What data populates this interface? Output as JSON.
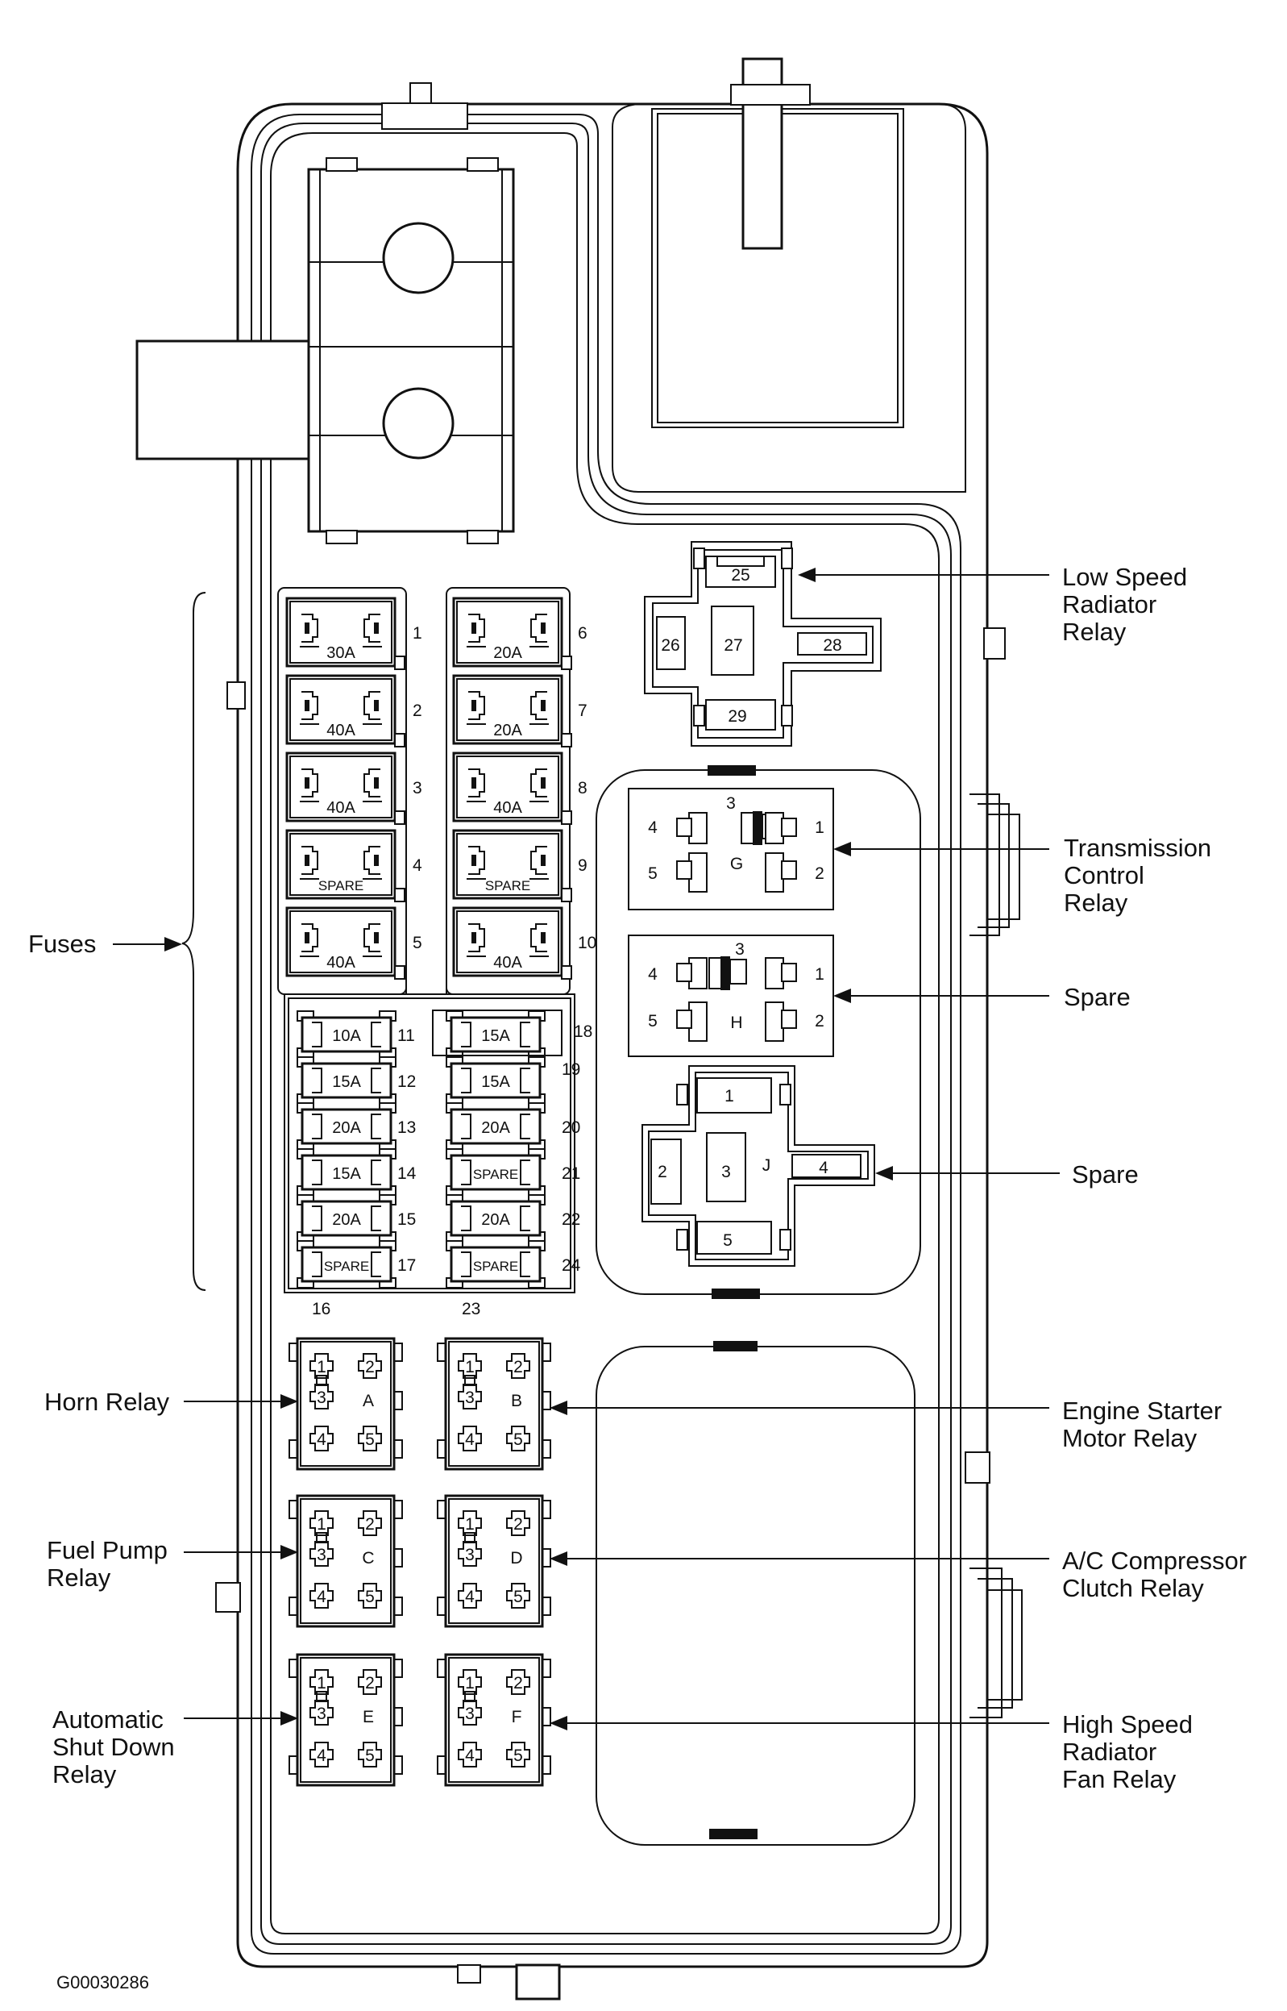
{
  "labels": {
    "fuses": "Fuses",
    "low_speed_radiator_relay": [
      "Low Speed",
      "Radiator",
      "Relay"
    ],
    "transmission_control_relay": [
      "Transmission",
      "Control",
      "Relay"
    ],
    "spare_h": "Spare",
    "spare_j": "Spare",
    "horn_relay": "Horn Relay",
    "engine_starter_motor_relay": [
      "Engine Starter",
      "Motor Relay"
    ],
    "fuel_pump_relay": [
      "Fuel Pump",
      "Relay"
    ],
    "ac_compressor_clutch_relay": [
      "A/C Compressor",
      "Clutch Relay"
    ],
    "automatic_shut_down_relay": [
      "Automatic",
      "Shut Down",
      "Relay"
    ],
    "high_speed_radiator_fan_relay": [
      "High Speed",
      "Radiator",
      "Fan Relay"
    ]
  },
  "maxi_fuses": [
    {
      "num": "1",
      "rating": "30A"
    },
    {
      "num": "2",
      "rating": "40A"
    },
    {
      "num": "3",
      "rating": "40A"
    },
    {
      "num": "4",
      "rating": "SPARE"
    },
    {
      "num": "5",
      "rating": "40A"
    },
    {
      "num": "6",
      "rating": "20A"
    },
    {
      "num": "7",
      "rating": "20A"
    },
    {
      "num": "8",
      "rating": "40A"
    },
    {
      "num": "9",
      "rating": "SPARE"
    },
    {
      "num": "10",
      "rating": "40A"
    }
  ],
  "mini_fuses_left": [
    {
      "num": "11",
      "rating": "10A"
    },
    {
      "num": "12",
      "rating": "15A"
    },
    {
      "num": "13",
      "rating": "20A"
    },
    {
      "num": "14",
      "rating": "15A"
    },
    {
      "num": "15",
      "rating": "20A"
    },
    {
      "num": "17",
      "rating": "SPARE"
    }
  ],
  "mini_fuses_right": [
    {
      "num": "18",
      "rating": "15A"
    },
    {
      "num": "19",
      "rating": "15A"
    },
    {
      "num": "20",
      "rating": "20A"
    },
    {
      "num": "21",
      "rating": "SPARE"
    },
    {
      "num": "22",
      "rating": "20A"
    },
    {
      "num": "24",
      "rating": "SPARE"
    }
  ],
  "mini_fuse_bottom_numbers": {
    "left": "16",
    "right": "23"
  },
  "relay_25_29": {
    "pins": [
      "25",
      "26",
      "27",
      "28",
      "29"
    ]
  },
  "relay_g": {
    "letter": "G",
    "pins": [
      "4",
      "3",
      "1",
      "5",
      "2"
    ]
  },
  "relay_h": {
    "letter": "H",
    "pins": [
      "4",
      "3",
      "1",
      "5",
      "2"
    ]
  },
  "relay_j": {
    "letter": "J",
    "pins": [
      "1",
      "2",
      "3",
      "4",
      "5"
    ]
  },
  "small_relays": [
    {
      "letter": "A",
      "pins": [
        "1",
        "2",
        "3",
        "4",
        "5"
      ]
    },
    {
      "letter": "B",
      "pins": [
        "1",
        "2",
        "3",
        "4",
        "5"
      ]
    },
    {
      "letter": "C",
      "pins": [
        "1",
        "2",
        "3",
        "4",
        "5"
      ]
    },
    {
      "letter": "D",
      "pins": [
        "1",
        "2",
        "3",
        "4",
        "5"
      ]
    },
    {
      "letter": "E",
      "pins": [
        "1",
        "2",
        "3",
        "4",
        "5"
      ]
    },
    {
      "letter": "F",
      "pins": [
        "1",
        "2",
        "3",
        "4",
        "5"
      ]
    }
  ],
  "figure_code": "G00030286"
}
